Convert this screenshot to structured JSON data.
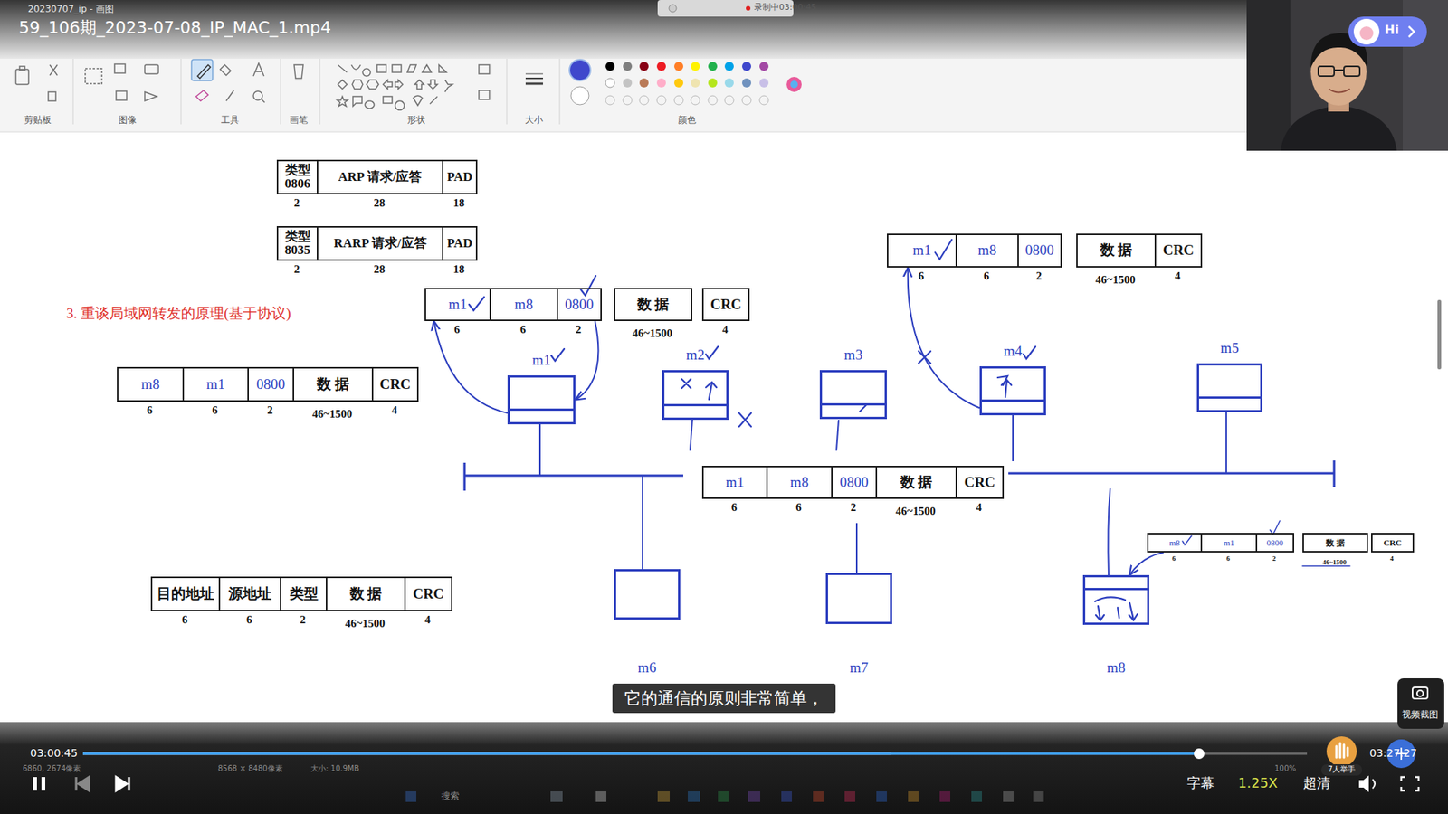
{
  "diagram": {
    "nodes": [
      {
        "text": [
          "类型 0806"
        ]
      },
      {
        "text": [
          "ARP 请求/应答"
        ]
      },
      {
        "text": [
          "PAD"
        ]
      },
      {
        "text": [
          "类型 8035"
        ]
      },
      {
        "text": [
          "RARP 请求/应答"
        ]
      },
      {
        "text": [
          "PAD"
        ]
      },
      {
        "text": [
          "m1"
        ]
      },
      {
        "text": [
          "m8"
        ]
      },
      {
        "text": [
          "0800"
        ]
      },
      {
        "text": [
          "数 据"
        ]
      },
      {
        "text": [
          "CRC"
        ]
      },
      {
        "text": [
          "m1"
        ]
      },
      {
        "text": [
          "m8"
        ]
      },
      {
        "text": [
          "0800"
        ]
      },
      {
        "text": [
          "数 据"
        ]
      },
      {
        "text": [
          "CRC"
        ]
      },
      {
        "text": [
          "m8"
        ]
      },
      {
        "text": [
          "m1"
        ]
      },
      {
        "text": [
          "0800"
        ]
      },
      {
        "text": [
          "数 据"
        ]
      },
      {
        "text": [
          "CRC"
        ]
      },
      {
        "text": [
          "m1"
        ]
      },
      {
        "text": [
          "m2"
        ]
      },
      {
        "text": [
          "m3"
        ]
      },
      {
        "text": [
          "m4"
        ]
      },
      {
        "text": [
          "m5"
        ]
      },
      {
        "text": [
          "m1"
        ]
      },
      {
        "text": [
          "m8"
        ]
      },
      {
        "text": [
          "0800"
        ]
      },
      {
        "text": [
          "数 据"
        ]
      },
      {
        "text": [
          "CRC"
        ]
      },
      {
        "text": [
          "m8"
        ]
      },
      {
        "text": [
          "m1"
        ]
      },
      {
        "text": [
          "0800"
        ]
      },
      {
        "text": [
          "数 据"
        ]
      },
      {
        "text": [
          "CRC"
        ]
      },
      {
        "text": [
          "目的地址"
        ]
      },
      {
        "text": [
          "源地址"
        ]
      },
      {
        "text": [
          "类型"
        ]
      },
      {
        "text": [
          "数 据"
        ]
      },
      {
        "text": [
          "CRC"
        ]
      },
      {
        "text": [
          "m6"
        ]
      },
      {
        "text": [
          "m7"
        ]
      },
      {
        "text": [
          "m8"
        ]
      }
    ],
    "edges": [
      {
        "from": 8,
        "to": 21,
        "arrow": "to"
      },
      {
        "from": 21,
        "to": 6,
        "arrow": "to"
      },
      {
        "from": 24,
        "to": 11,
        "arrow": "to"
      },
      {
        "from": 31,
        "to": 43,
        "arrow": "to"
      }
    ],
    "labels": [
      "20230707_ip - 画图",
      "59_106期_2023-07-08_IP_MAC_1.mp4",
      "录制中03:00:45",
      "Hi",
      "剪贴板",
      "图像",
      "工具",
      "画笔",
      "形状",
      "大小",
      "颜色",
      "2",
      "28",
      "18",
      "2",
      "28",
      "18",
      "3. 重谈局域网转发的原理(基于协议)",
      "6",
      "6",
      "2",
      "46~1500",
      "4",
      "6",
      "6",
      "2",
      "46~1500",
      "4",
      "6",
      "6",
      "2",
      "46~1500",
      "4",
      "6",
      "6",
      "2",
      "46~1500",
      "4",
      "6",
      "6",
      "2",
      "46~1500",
      "4",
      "6",
      "6",
      "2",
      "46~1500",
      "4",
      "它的通信的原则非常简单，",
      "视频截图",
      "03:00:45",
      "03:27:27",
      "6860, 2674像素",
      "8568 × 8480像素",
      "大小: 10.9MB",
      "100%",
      "7人举手",
      "字幕",
      "1.25X",
      "超清",
      "搜索"
    ]
  }
}
